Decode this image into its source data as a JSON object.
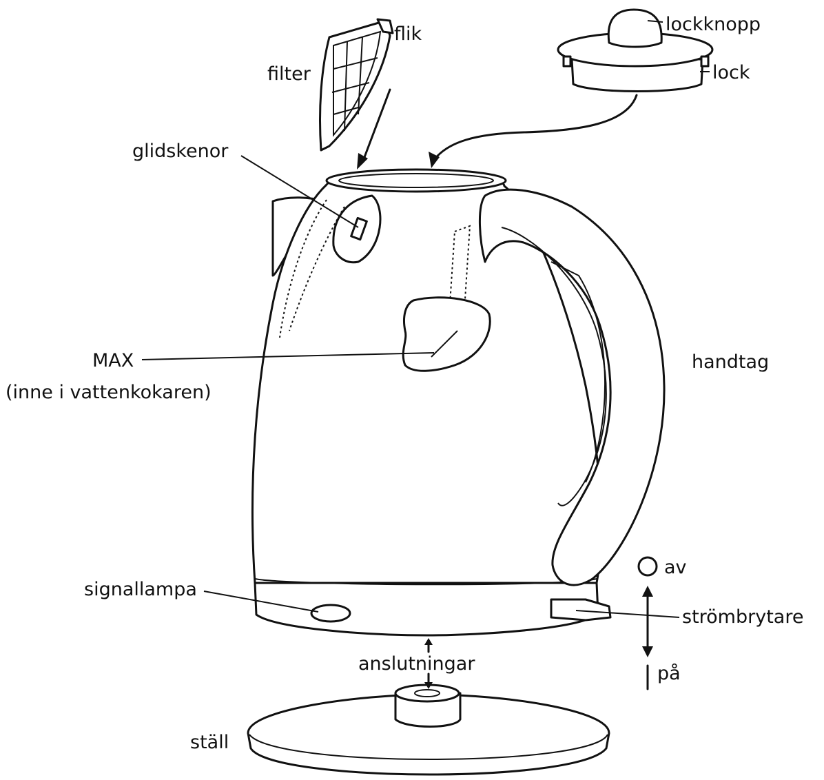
{
  "labels": {
    "flik": "flik",
    "filter": "filter",
    "lockknopp": "lockknopp",
    "lock": "lock",
    "glidskenor": "glidskenor",
    "max": "MAX",
    "max_note": "(inne i vattenkokaren)",
    "handtag": "handtag",
    "signallampa": "signallampa",
    "av": "av",
    "strombrytare": "strömbrytare",
    "pa": "på",
    "anslutningar": "anslutningar",
    "stall": "ställ"
  },
  "colors": {
    "ink": "#111111",
    "background": "#ffffff"
  }
}
